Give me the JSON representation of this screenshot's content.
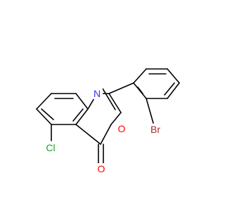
{
  "molecule": {
    "atoms": {
      "N": {
        "text": "N",
        "color": "#3333ff"
      },
      "O_ring": {
        "text": "O",
        "color": "#ff0000"
      },
      "O_carbonyl": {
        "text": "O",
        "color": "#ff0000"
      },
      "Br": {
        "text": "Br",
        "color": "#a62929"
      },
      "Cl": {
        "text": "Cl",
        "color": "#1fa01f"
      }
    },
    "bond_color": "#000000"
  }
}
